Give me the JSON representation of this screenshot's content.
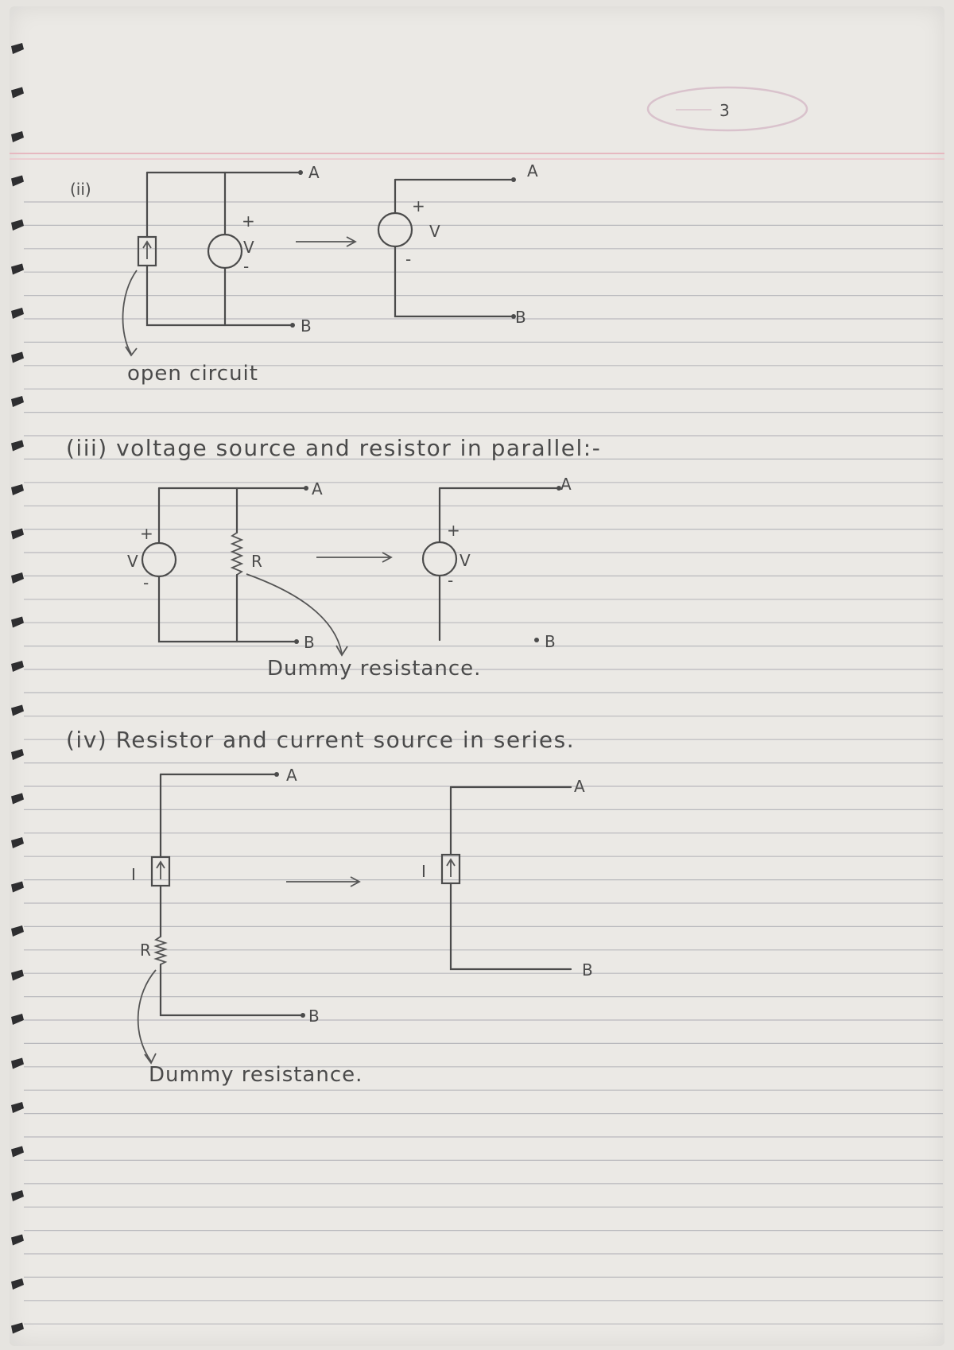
{
  "page": {
    "number": "3",
    "colors": {
      "paper": "#ebe9e5",
      "rule_line": "#b9b9bd",
      "margin_line": "#e6b8c0",
      "ink": "#4b4b4b"
    }
  },
  "section_ii": {
    "label": "(ii)",
    "terminal_a": "A",
    "terminal_b": "B",
    "source_label": "V",
    "plus": "+",
    "minus": "-",
    "note": "open circuit"
  },
  "section_iii": {
    "heading": "(iii) voltage source and resistor in parallel:-",
    "source_label": "V",
    "resistor_label": "R",
    "terminal_a": "A",
    "terminal_b": "B",
    "plus": "+",
    "minus": "-",
    "note": "Dummy resistance."
  },
  "section_iv": {
    "heading": "(iv) Resistor and current source in series.",
    "current_label": "I",
    "resistor_label": "R",
    "terminal_a": "A",
    "terminal_b": "B",
    "note": "Dummy resistance."
  }
}
